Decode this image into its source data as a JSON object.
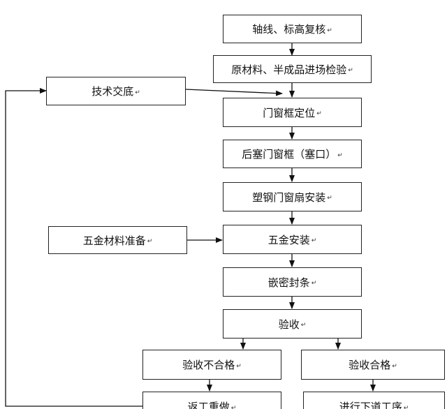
{
  "flowchart": {
    "steps": {
      "axis_check": "轴线、标高复核",
      "material_check": "原材料、半成品进场检验",
      "frame_position": "门窗框定位",
      "frame_install": "后塞门窗框（塞口）",
      "sash_install": "塑钢门窗扇安装",
      "hardware_install": "五金安装",
      "seal_strip": "嵌密封条",
      "acceptance": "验收",
      "fail": "验收不合格",
      "pass": "验收合格",
      "rework": "返工重做",
      "next_process": "进行下道工序"
    },
    "side": {
      "tech_briefing": "技术交底",
      "hardware_prep": "五金材料准备"
    },
    "paragraph_mark": "↵"
  }
}
